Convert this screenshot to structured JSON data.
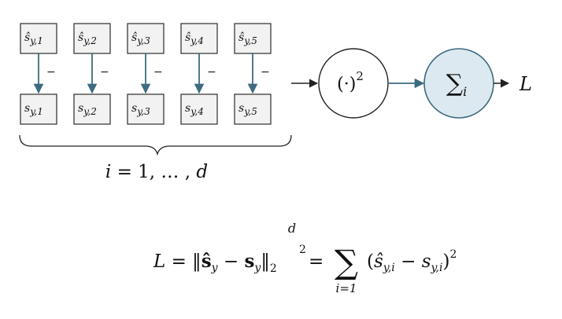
{
  "colors": {
    "arrow": "#3d6b80",
    "box_border": "#2b2b2b",
    "box_fill": "#f2f2f2",
    "sum_fill": "#dce9f0",
    "sum_stroke": "#3d6b80",
    "ink": "#111111"
  },
  "columns": [
    {
      "hat": {
        "sym": "ŝ",
        "sub": "y,1"
      },
      "minus": "−",
      "val": {
        "sym": "s",
        "sub": "y,1"
      }
    },
    {
      "hat": {
        "sym": "ŝ",
        "sub": "y,2"
      },
      "minus": "−",
      "val": {
        "sym": "s",
        "sub": "y,2"
      }
    },
    {
      "hat": {
        "sym": "ŝ",
        "sub": "y,3"
      },
      "minus": "−",
      "val": {
        "sym": "s",
        "sub": "y,3"
      }
    },
    {
      "hat": {
        "sym": "ŝ",
        "sub": "y,4"
      },
      "minus": "−",
      "val": {
        "sym": "s",
        "sub": "y,4"
      }
    },
    {
      "hat": {
        "sym": "ŝ",
        "sub": "y,5"
      },
      "minus": "−",
      "val": {
        "sym": "s",
        "sub": "y,5"
      }
    }
  ],
  "brace_label": {
    "i": "i",
    "rest": " = 1, … , ",
    "d": "d"
  },
  "square_node": {
    "paren": "(·)",
    "exp": "2"
  },
  "sum_node": {
    "sigma": "∑",
    "sub": "i"
  },
  "output_label": "L",
  "formula": {
    "lhs": "L",
    "eq1": " = ‖",
    "shat": "ŝ",
    "shat_sub": "y",
    "minus": " − ",
    "s": "s",
    "s_sub": "y",
    "norm_close": "‖",
    "norm_sub": "2",
    "norm_sup": "2",
    "eq2": " =",
    "sigma": "∑",
    "sigma_top": "d",
    "sigma_bottom": "i=1",
    "term_open": "(",
    "term_shat": "ŝ",
    "term_shat_sub": "y,i",
    "term_minus": " − ",
    "term_s": "s",
    "term_s_sub": "y,i",
    "term_close": ")",
    "term_sup": "2"
  }
}
